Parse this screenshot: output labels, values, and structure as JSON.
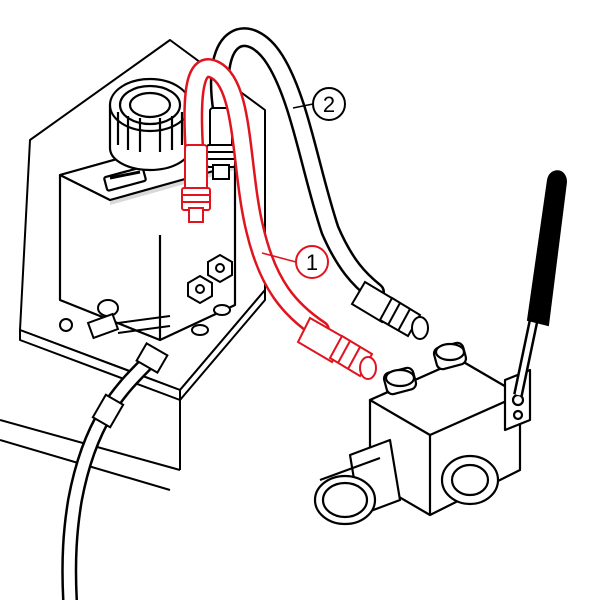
{
  "diagram": {
    "callouts": [
      {
        "id": "1",
        "label": "1",
        "color": "#e0141e"
      },
      {
        "id": "2",
        "label": "2",
        "color": "#000000"
      }
    ],
    "colors": {
      "highlight": "#e0141e",
      "line": "#000000",
      "fill": "#ffffff",
      "handle": "#000000"
    }
  }
}
